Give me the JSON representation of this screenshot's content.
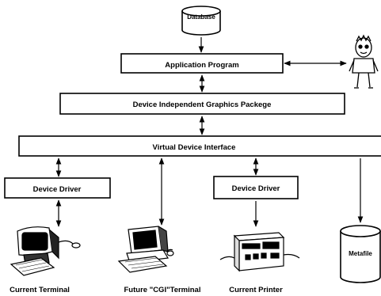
{
  "database": {
    "label": "Database"
  },
  "application": {
    "label": "Application Program"
  },
  "dig_package": {
    "label": "Device Independent Graphics Packege"
  },
  "vdi": {
    "label": "Virtual Device Interface"
  },
  "driver_left": {
    "label": "Device Driver"
  },
  "driver_right": {
    "label": "Device Driver"
  },
  "devices": {
    "terminal": "Current Terminal",
    "future_terminal": "Future \"CGI\"Terminal",
    "printer": "Current Printer",
    "metafile": "Metafile"
  }
}
